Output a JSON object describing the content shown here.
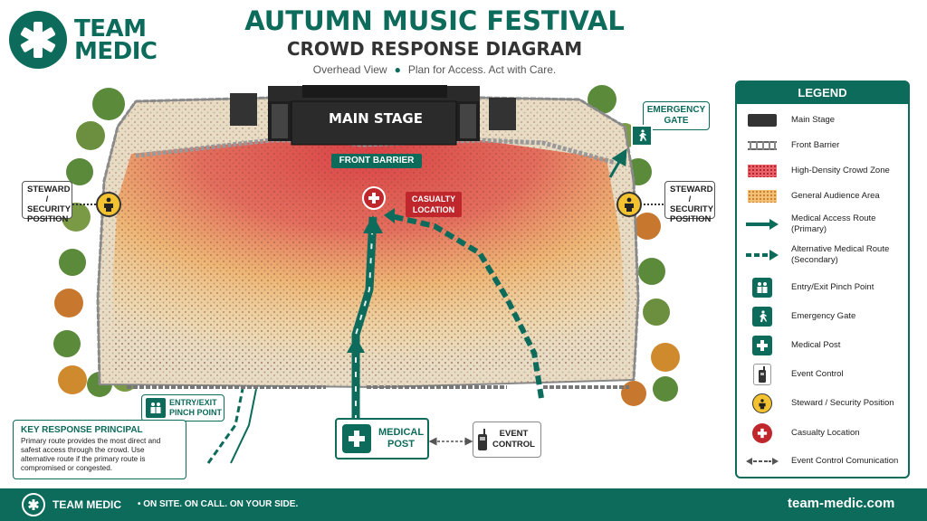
{
  "header": {
    "logo_line1": "TEAM",
    "logo_line2": "MEDIC",
    "title": "AUTUMN MUSIC FESTIVAL",
    "subtitle": "CROWD RESPONSE DIAGRAM",
    "tagline_left": "Overhead View",
    "tagline_right": "Plan for Access. Act with Care."
  },
  "map": {
    "main_stage": "MAIN STAGE",
    "front_barrier": "FRONT BARRIER",
    "casualty_location": "CASUALTY LOCATION",
    "emergency_gate": "EMERGENCY GATE",
    "steward_left": "STEWARD / SECURITY POSITION",
    "steward_right": "STEWARD / SECURITY POSITION",
    "entry_exit": "ENTRY/EXIT PINCH POINT",
    "medical_post": "MEDICAL POST",
    "event_control": "EVENT CONTROL"
  },
  "principle": {
    "title": "KEY RESPONSE PRINCIPAL",
    "body": "Primary route provides the most direct and safest access through the crowd. Use alternative route if the primary route is compromised or congested."
  },
  "legend": {
    "title": "LEGEND",
    "items": [
      {
        "label": "Main Stage",
        "icon": "main-stage"
      },
      {
        "label": "Front Barrier",
        "icon": "front-barrier"
      },
      {
        "label": "High-Density Crowd Zone",
        "icon": "high-density-swatch"
      },
      {
        "label": "General Audience Area",
        "icon": "general-audience-swatch"
      },
      {
        "label": "Medical Access Route (Primary)",
        "icon": "solid-arrow"
      },
      {
        "label": "Alternative Medical Route (Secondary)",
        "icon": "dashed-arrow"
      },
      {
        "label": "Entry/Exit Pinch Point",
        "icon": "people-icon"
      },
      {
        "label": "Emergency Gate",
        "icon": "running-person-icon"
      },
      {
        "label": "Medical Post",
        "icon": "medical-cross-icon"
      },
      {
        "label": "Event Control",
        "icon": "radio-icon"
      },
      {
        "label": "Steward / Security Position",
        "icon": "steward-icon"
      },
      {
        "label": "Casualty Location",
        "icon": "casualty-icon"
      },
      {
        "label": "Event Control Comunication",
        "icon": "double-arrow"
      }
    ]
  },
  "footer": {
    "brand": "TEAM MEDIC",
    "slogan": "• ON SITE. ON CALL. ON YOUR SIDE.",
    "url": "team-medic.com"
  },
  "colors": {
    "brand_green": "#0c6b5b",
    "casualty_red": "#c0272d",
    "crowd_high": "#e0454a",
    "crowd_general": "#f2b255",
    "ground": "#e9dcc4"
  }
}
